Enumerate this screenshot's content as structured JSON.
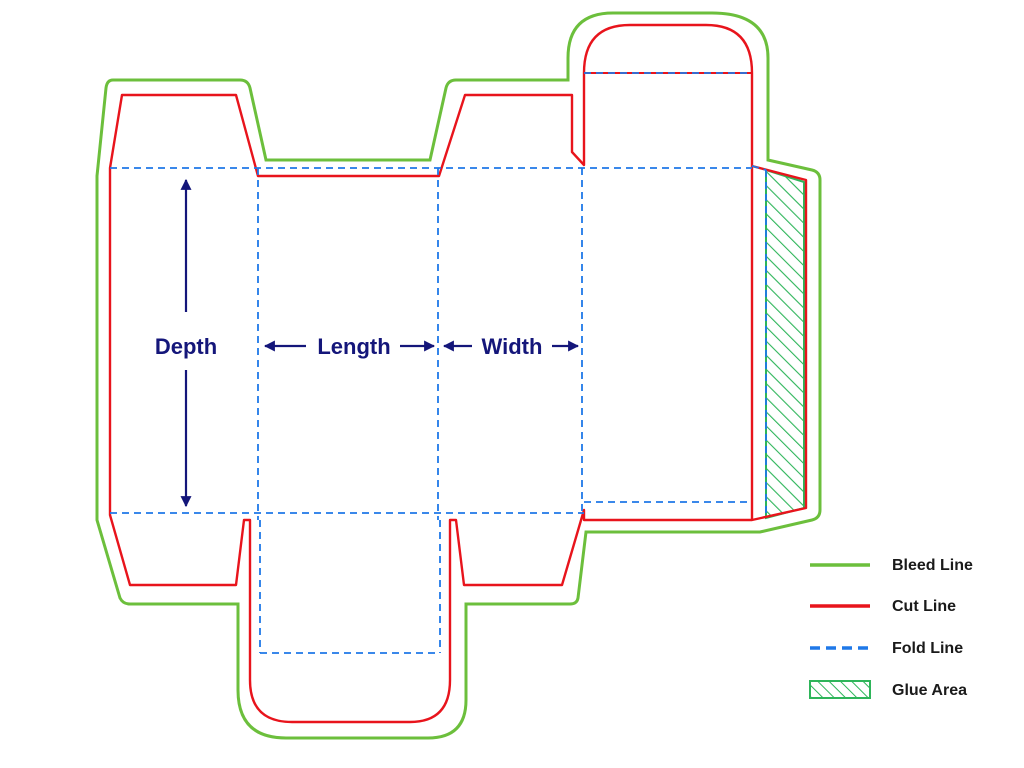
{
  "colors": {
    "bleed": "#6cbf3c",
    "cut": "#e8141c",
    "fold": "#1f78e8",
    "glue": "#2eb55a",
    "dimension": "#14167a"
  },
  "dimensions": {
    "depth": "Depth",
    "length": "Length",
    "width": "Width"
  },
  "legend": {
    "bleed": "Bleed Line",
    "cut": "Cut Line",
    "fold": "Fold Line",
    "glue": "Glue Area"
  }
}
